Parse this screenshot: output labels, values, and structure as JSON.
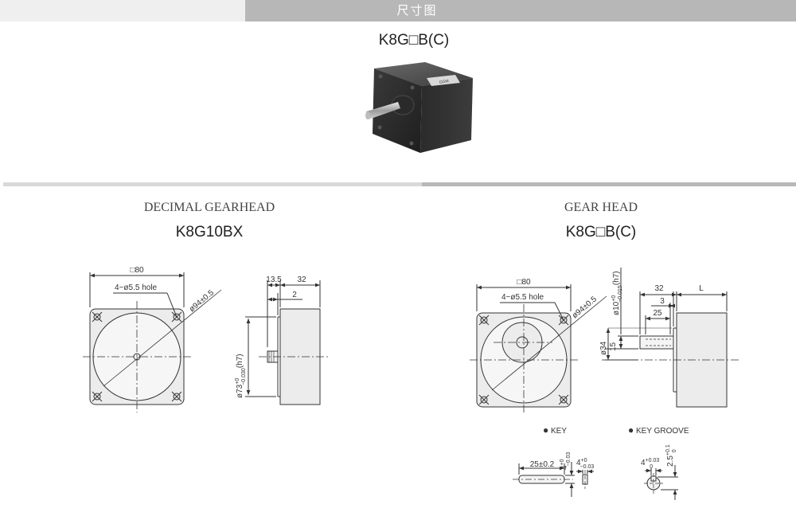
{
  "header": {
    "title": "尺寸图"
  },
  "product": {
    "model": "K8G□B(C)",
    "label_text": "GGM"
  },
  "left_section": {
    "subtitle": "DECIMAL GEARHEAD",
    "model": "K8G10BX",
    "dims": {
      "square": "□80",
      "hole": "4−ø5.5 hole",
      "pcd": "ø94±0.5",
      "d13_5": "13.5",
      "d32": "32",
      "d2": "2",
      "pilot_base": "ø73",
      "pilot_sup": "+0",
      "pilot_sub": "−0.030",
      "pilot_tail": "(h7)"
    }
  },
  "right_section": {
    "subtitle": "GEAR HEAD",
    "model": "K8G□B(C)",
    "dims": {
      "square": "□80",
      "hole": "4−ø5.5 hole",
      "pcd": "ø94±0.5",
      "shaft_base": "ø10",
      "shaft_sup": "+0",
      "shaft_sub": "−0.015",
      "shaft_tail": "(h7)",
      "d32": "32",
      "dL": "L",
      "d3": "3",
      "d25": "25",
      "d34": "ø34",
      "d15": "15"
    },
    "key": {
      "label": "KEY",
      "length": "25±0.2",
      "h_base": "4",
      "h_sup": "+0",
      "h_sub": "−0.03",
      "w_base": "4",
      "w_sup": "+0",
      "w_sub": "−0.03"
    },
    "key_groove": {
      "label": "KEY GROOVE",
      "w_base": "4",
      "w_sup": "+0.03",
      "w_sub": "0",
      "d_base": "2.5",
      "d_sup": "+0.1",
      "d_sub": "0"
    }
  }
}
